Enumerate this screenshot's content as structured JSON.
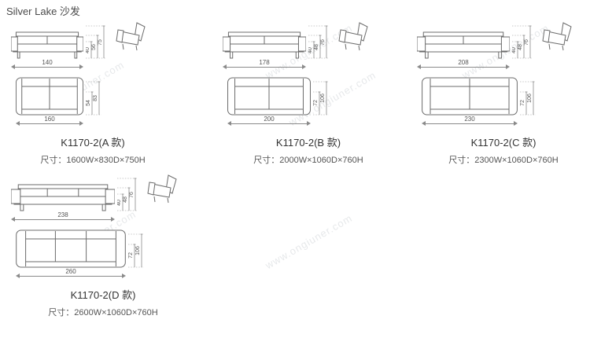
{
  "page": {
    "title": "Silver Lake 沙发"
  },
  "watermark": {
    "text": "www.ongiuner.com"
  },
  "variants": [
    {
      "caption": "K1170-2(A 款)",
      "size": "尺寸：1600W×830D×750H",
      "front_width": "140",
      "heights": [
        "40",
        "56",
        "75"
      ],
      "plan_depths": [
        "54",
        "83"
      ],
      "plan_width": "160"
    },
    {
      "caption": "K1170-2(B 款)",
      "size": "尺寸：2000W×1060D×760H",
      "front_width": "178",
      "heights": [
        "40",
        "48",
        "76"
      ],
      "plan_depths": [
        "72",
        "106"
      ],
      "plan_width": "200"
    },
    {
      "caption": "K1170-2(C 款)",
      "size": "尺寸：2300W×1060D×760H",
      "front_width": "208",
      "heights": [
        "40",
        "48",
        "76"
      ],
      "plan_depths": [
        "72",
        "106"
      ],
      "plan_width": "230"
    },
    {
      "caption": "K1170-2(D 款)",
      "size": "尺寸：2600W×1060D×760H",
      "front_width": "238",
      "heights": [
        "40",
        "48",
        "76"
      ],
      "plan_depths": [
        "72",
        "106"
      ],
      "plan_width": "260"
    }
  ]
}
